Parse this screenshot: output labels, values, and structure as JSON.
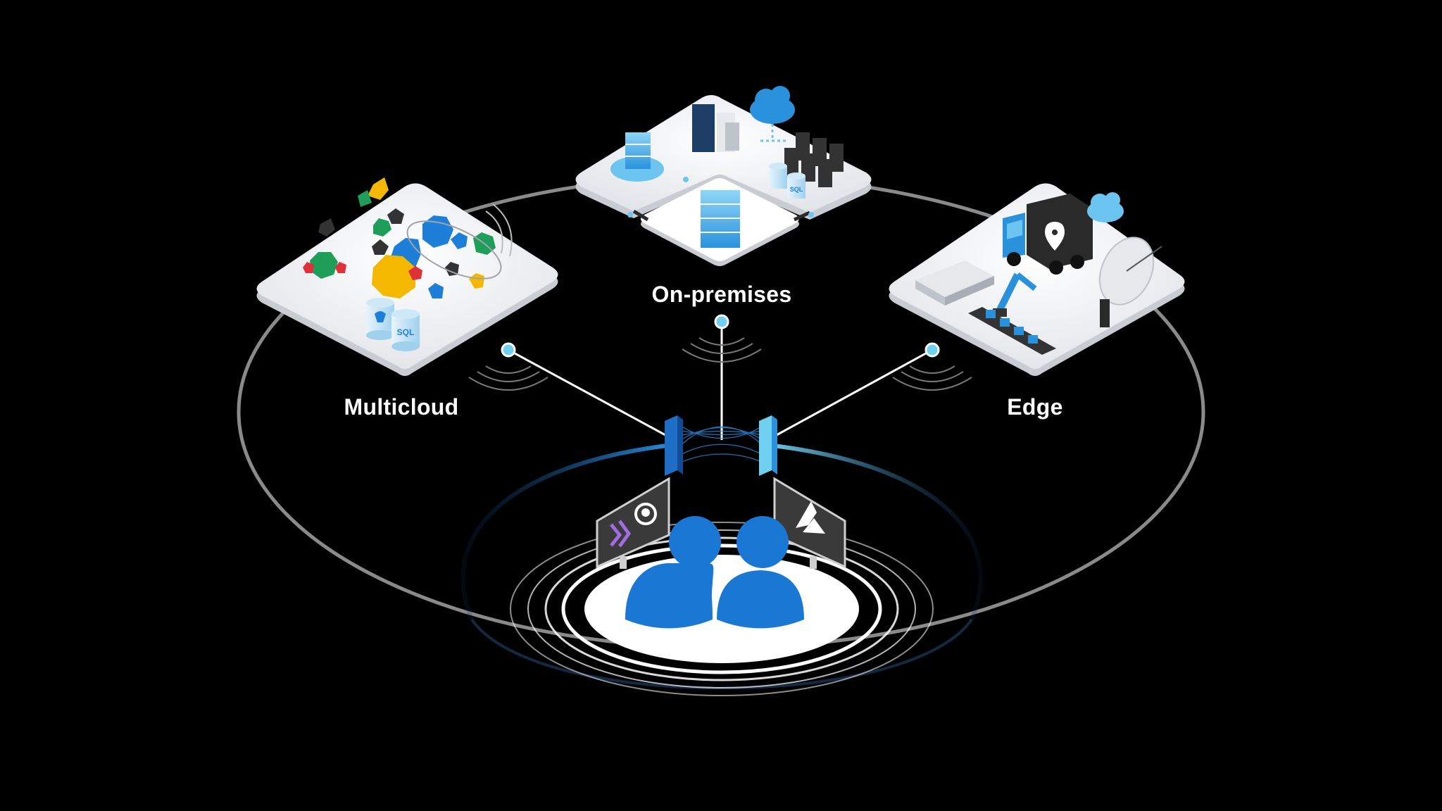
{
  "diagram": {
    "nodes": {
      "multicloud": {
        "label": "Multicloud"
      },
      "onpremises": {
        "label": "On-premises"
      },
      "edge": {
        "label": "Edge"
      }
    },
    "tiles": {
      "multicloud": {
        "db_badge_1": "SQL"
      },
      "onpremises": {
        "db_badge_1": "SQL"
      }
    },
    "colors": {
      "background": "#000000",
      "ring": "#8a8a8a",
      "accent_blue": "#1e7fd8",
      "accent_light_blue": "#6cc4f0",
      "tile": "#f2f3f5",
      "people": "#1a78d4",
      "yellow": "#f5b800",
      "green": "#1f9e5a",
      "red": "#e0303a",
      "dark": "#333333"
    }
  }
}
